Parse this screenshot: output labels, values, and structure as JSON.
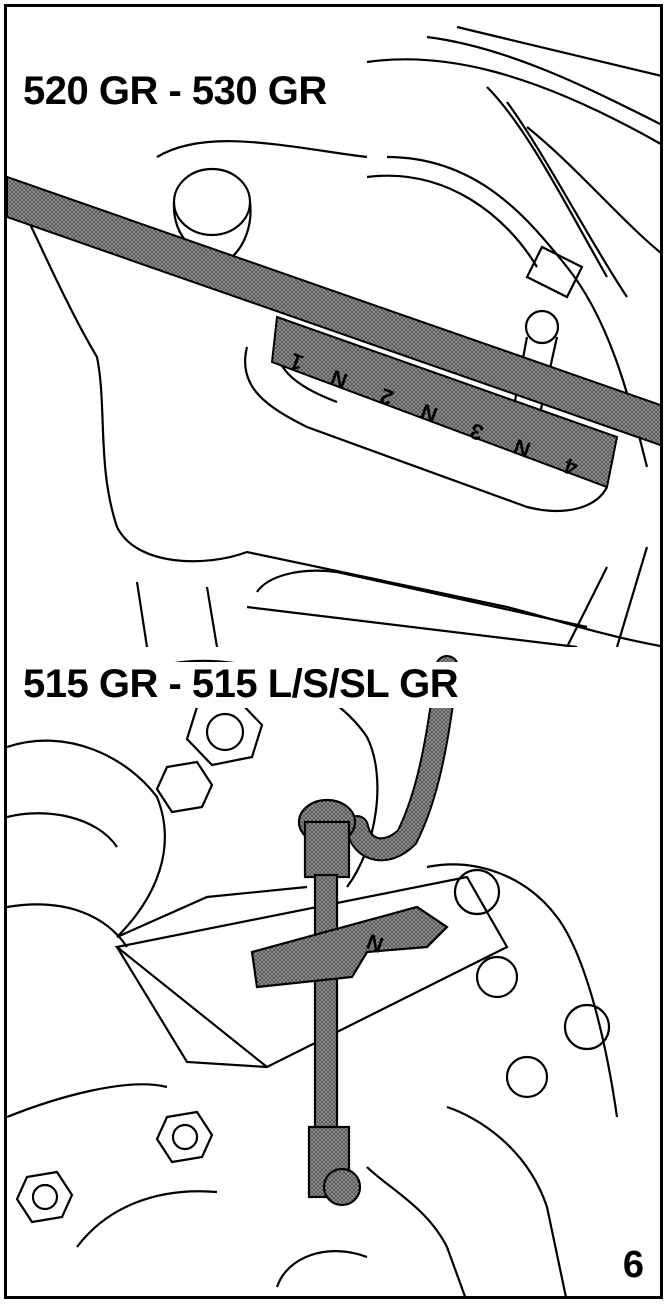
{
  "figure": {
    "top_title": "520 GR - 530 GR",
    "bottom_title": "515 GR - 515 L/S/SL GR",
    "figure_number": "6",
    "top_gate_labels": [
      "1",
      "N",
      "2",
      "N",
      "3",
      "N",
      "4"
    ],
    "bottom_gate_labels": [
      "N"
    ]
  },
  "colors": {
    "ink": "#000000",
    "paper": "#ffffff",
    "hatch": "#7a7a7a"
  }
}
